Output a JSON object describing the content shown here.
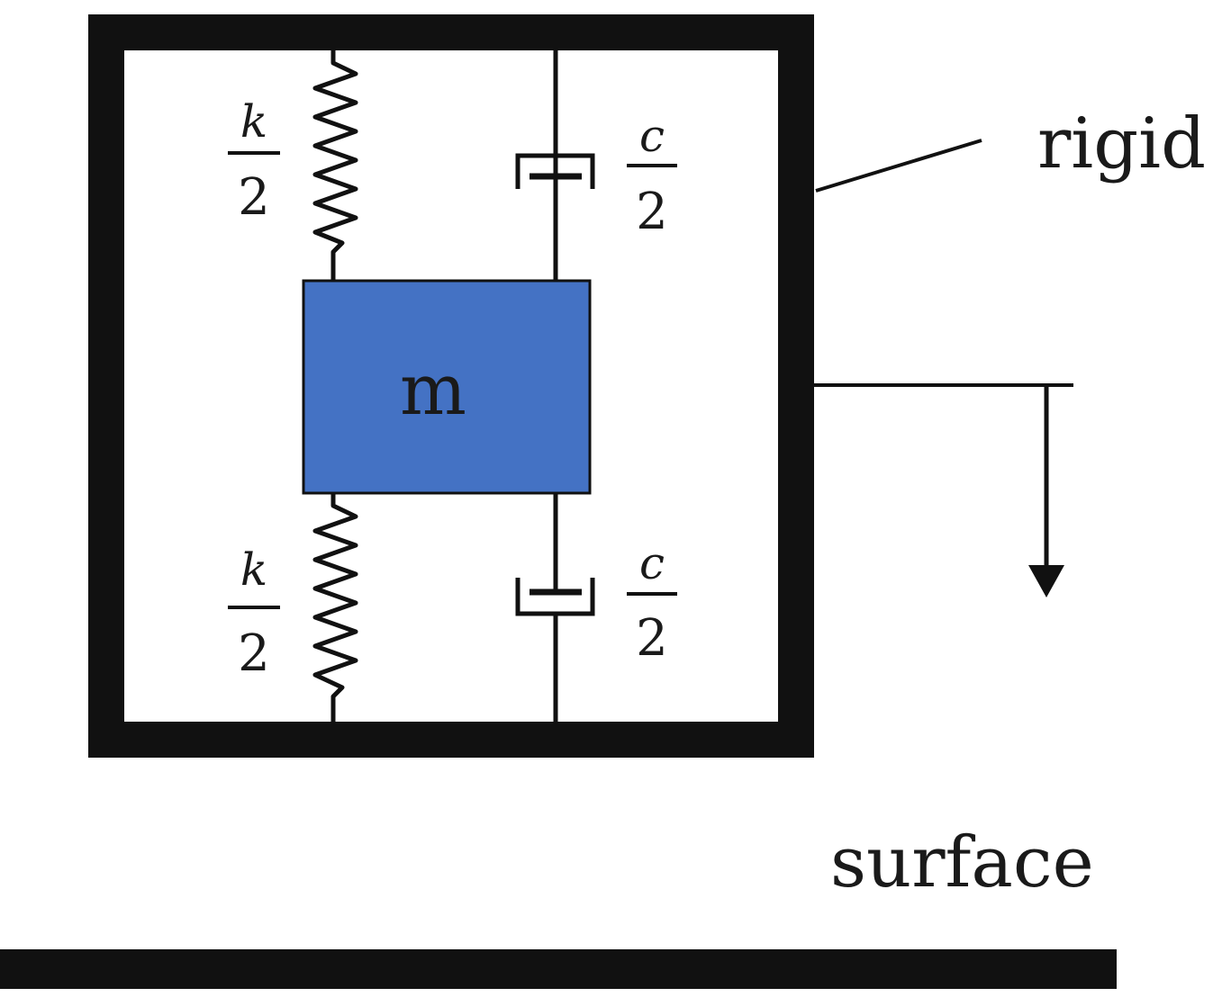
{
  "labels": {
    "rigid": "rigid",
    "surface": "surface",
    "mass": "m",
    "spring_top": {
      "numerator": "k",
      "denominator": "2"
    },
    "spring_bottom": {
      "numerator": "k",
      "denominator": "2"
    },
    "damper_top": {
      "numerator": "c",
      "denominator": "2"
    },
    "damper_bottom": {
      "numerator": "c",
      "denominator": "2"
    }
  },
  "colors": {
    "mass_fill": "#4472C4",
    "line": "#111111",
    "background": "#ffffff"
  }
}
